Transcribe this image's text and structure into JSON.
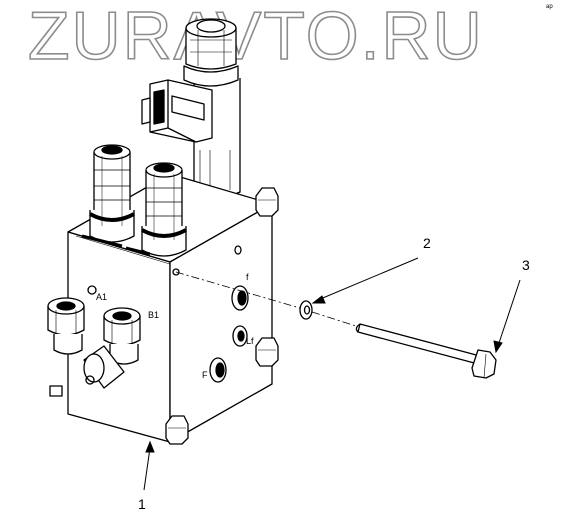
{
  "watermark": "ZURAVTO.RU",
  "corner_mark": "ap",
  "callouts": [
    {
      "label": "1"
    },
    {
      "label": "2"
    },
    {
      "label": "3"
    }
  ],
  "ports": {
    "a1": "A1",
    "b1": "B1",
    "f_top": "f",
    "f_mid": "Lf",
    "f_low": "F"
  },
  "colors": {
    "line": "#000000",
    "watermark_outline": "#8c8c8c",
    "background": "#ffffff"
  }
}
